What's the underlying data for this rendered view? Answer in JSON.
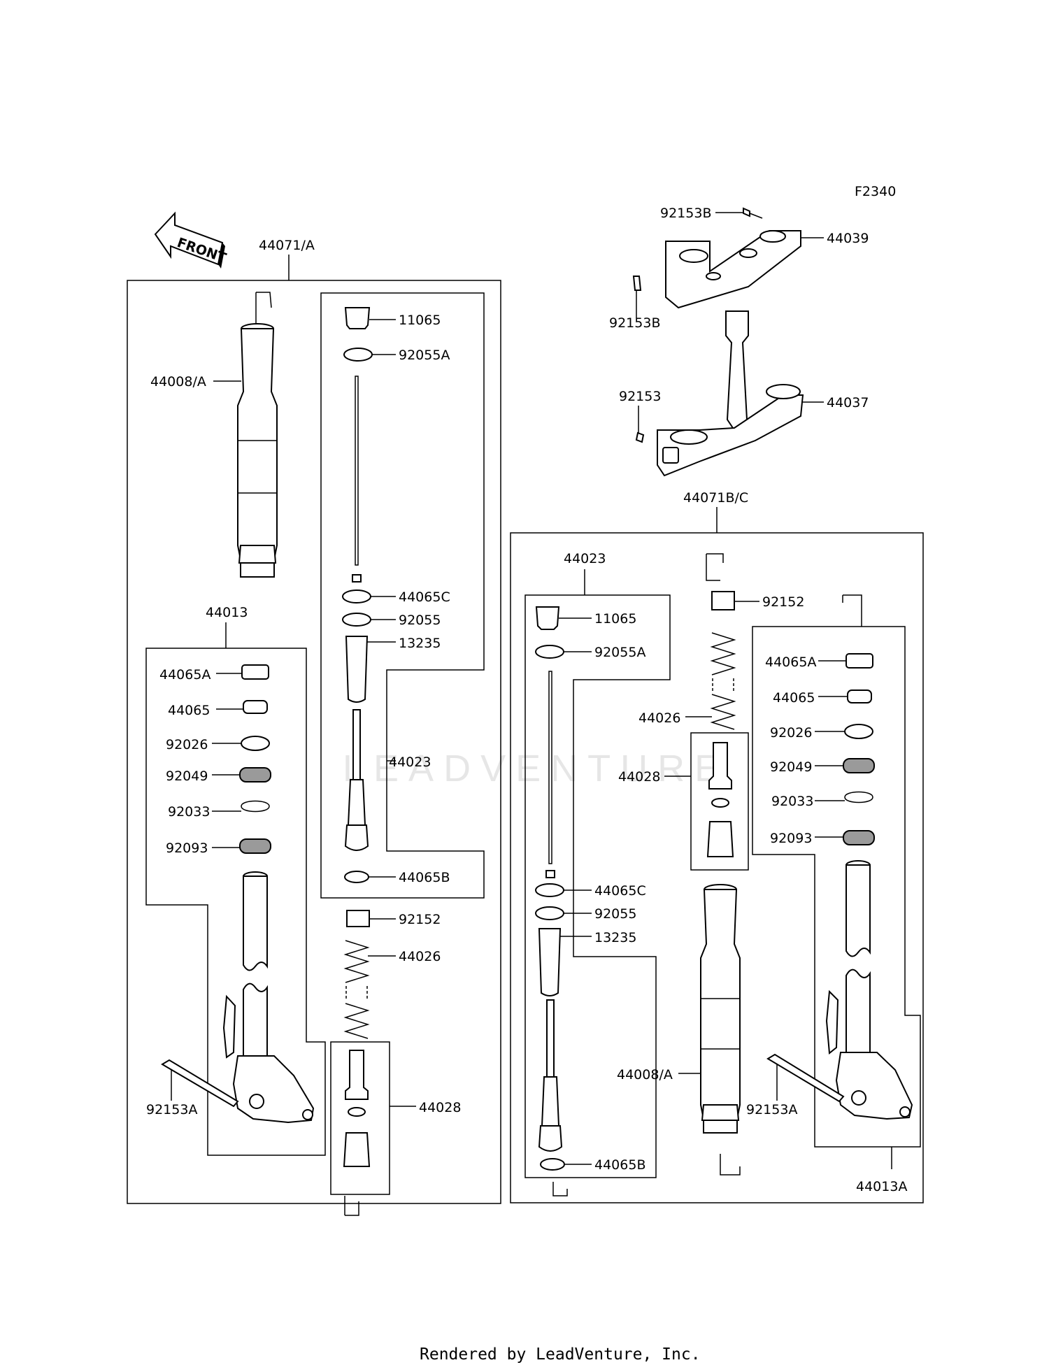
{
  "diagram_code": "F2340",
  "watermark": "LEADVENTURE",
  "footer": "Rendered by LeadVenture, Inc.",
  "front_arrow_label": "FRONT",
  "left_assembly": {
    "label": "44071/A",
    "outer_tube": "44008/A",
    "inner_assembly": "44013",
    "inner_parts": [
      "44065A",
      "44065",
      "92026",
      "92049",
      "92033",
      "92093"
    ],
    "axle_bolt": "92153A",
    "cartridge": "44023",
    "cartridge_parts": [
      "11065",
      "92055A",
      "44065C",
      "92055",
      "13235",
      "44065B"
    ],
    "nut": "92152",
    "spring": "44026",
    "spacer_group": "44028"
  },
  "right_assembly": {
    "label": "44071B/C",
    "cartridge": "44023",
    "cartridge_parts": [
      "11065",
      "92055A",
      "44065C",
      "92055",
      "13235",
      "44065B"
    ],
    "nut": "92152",
    "spring": "44026",
    "spacer_group": "44028",
    "outer_tube": "44008/A",
    "inner_parts": [
      "44065A",
      "44065",
      "92026",
      "92049",
      "92033",
      "92093"
    ],
    "axle_bolt": "92153A",
    "inner_assembly": "44013A"
  },
  "triple_clamp": {
    "upper_bracket": "44039",
    "upper_bolt_a": "92153B",
    "upper_bolt_b": "92153B",
    "stem": "44037",
    "stem_bolt": "92153"
  }
}
